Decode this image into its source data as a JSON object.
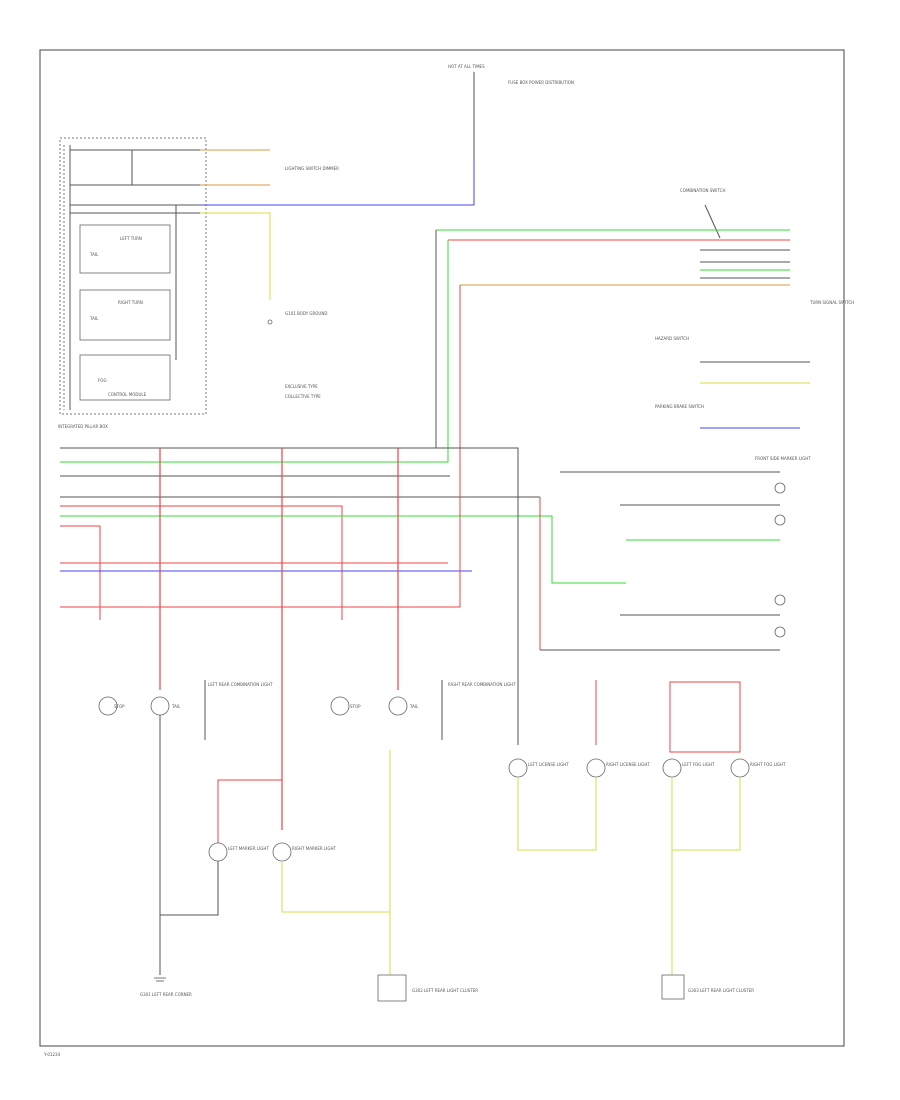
{
  "diagram": {
    "footer_code": "Y-01234",
    "module_label": "INTEGRATED PILLAR BOX",
    "relay_blocks": {
      "tail": "TAIL",
      "left_turn": "LEFT TURN",
      "right_turn": "RIGHT TURN",
      "tail2": "TAIL",
      "fog": "FOG",
      "module_side": "CONTROL MODULE"
    },
    "top_fuse": {
      "label": "HOT AT ALL TIMES",
      "sub": "FUSE BOX POWER DISTRIBUTION"
    },
    "top_connector_note": "LIGHTING SWITCH DIMMER",
    "right_top_label": "COMBINATION SWITCH",
    "turn_switch_label": "TURN SIGNAL SWITCH",
    "hazard_label": "HAZARD SWITCH",
    "park_switch_label": "PARKING BRAKE SWITCH",
    "front_turn_label": "FRONT SIDE MARKER LIGHT",
    "ground_legend": [
      "EXCLUSIVE TYPE",
      "COLLECTIVE TYPE"
    ],
    "left_mid_ground": "G101 BODY GROUND",
    "wire_colors": {
      "green": "#33dd33",
      "red": "#ee4444",
      "blue": "#4444ee",
      "yellow": "#dddd44",
      "orange": "#dd9944",
      "black": "#555555"
    },
    "lamp_labels": {
      "lt_tail": "TAIL",
      "lt_stop": "STOP",
      "lt_combo": "LEFT REAR COMBINATION LIGHT",
      "rt_tail": "TAIL",
      "rt_stop": "STOP",
      "rt_combo": "RIGHT REAR COMBINATION LIGHT",
      "lt_marker": "LEFT MARKER LIGHT",
      "rt_marker": "RIGHT MARKER LIGHT",
      "lp_left": "LEFT LICENSE LIGHT",
      "lp_right": "RIGHT LICENSE LIGHT",
      "fog_left": "LEFT FOG LIGHT",
      "fog_right": "RIGHT FOG LIGHT"
    },
    "bottom_grounds": {
      "g1": "G301 LEFT REAR CORNER",
      "g2": "G302 LEFT REAR LIGHT CLUSTER",
      "g3": "G303 LEFT REAR LIGHT CLUSTER"
    }
  }
}
